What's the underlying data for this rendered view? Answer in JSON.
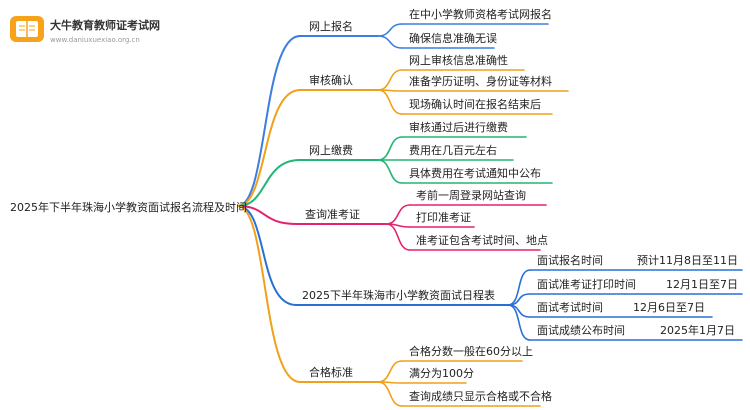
{
  "logo": {
    "title": "大牛教育教师证考试网",
    "url": "www.daniuxuexiao.org.cn"
  },
  "root": {
    "label": "2025年下半年珠海小学教资面试报名流程及时间"
  },
  "branches": [
    {
      "label": "网上报名",
      "color": "#3b7de0",
      "leaves": [
        "在中小学教师资格考试网报名",
        "确保信息准确无误"
      ]
    },
    {
      "label": "审核确认",
      "color": "#f0a01a",
      "leaves": [
        "网上审核信息准确性",
        "准备学历证明、身份证等材料",
        "现场确认时间在报名结束后"
      ]
    },
    {
      "label": "网上缴费",
      "color": "#22b573",
      "leaves": [
        "审核通过后进行缴费",
        "费用在几百元左右",
        "具体费用在考试通知中公布"
      ]
    },
    {
      "label": "查询准考证",
      "color": "#e5226e",
      "leaves": [
        "考前一周登录网站查询",
        "打印准考证",
        "准考证包含考试时间、地点"
      ]
    },
    {
      "label": "2025下半年珠海市小学教资面试日程表",
      "color": "#2a6fd6",
      "rows": [
        {
          "name": "面试报名时间",
          "value": "预计11月8日至11日"
        },
        {
          "name": "面试准考证打印时间",
          "value": "12月1日至7日"
        },
        {
          "name": "面试考试时间",
          "value": "12月6日至7日"
        },
        {
          "name": "面试成绩公布时间",
          "value": "2025年1月7日"
        }
      ]
    },
    {
      "label": "合格标准",
      "color": "#f0a01a",
      "leaves": [
        "合格分数一般在60分以上",
        "满分为100分",
        "查询成绩只显示合格或不合格"
      ]
    }
  ]
}
